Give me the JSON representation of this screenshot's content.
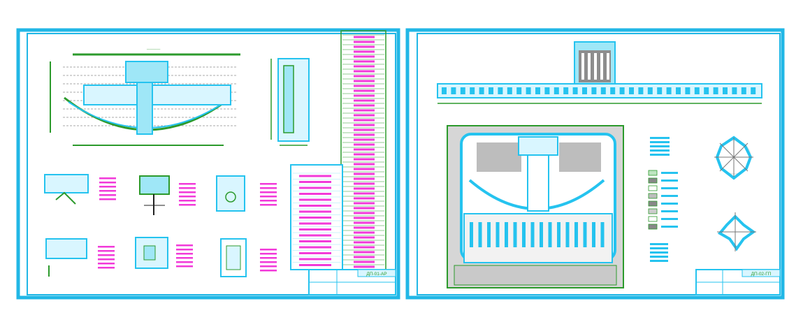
{
  "colors": {
    "frame": "#21b7e6",
    "cyan": "#25c3ef",
    "green": "#2c9a2c",
    "darkgreen": "#1e6e1e",
    "magenta": "#f23ad9",
    "gray": "#bdbdbd",
    "dark": "#222222",
    "paper": "#ffffff"
  },
  "sheets": [
    {
      "name": "sheet-architecture",
      "stamp_code": "ДП-01-АР"
    },
    {
      "name": "sheet-site-plan",
      "stamp_code": "ДП-02-ГП"
    }
  ]
}
